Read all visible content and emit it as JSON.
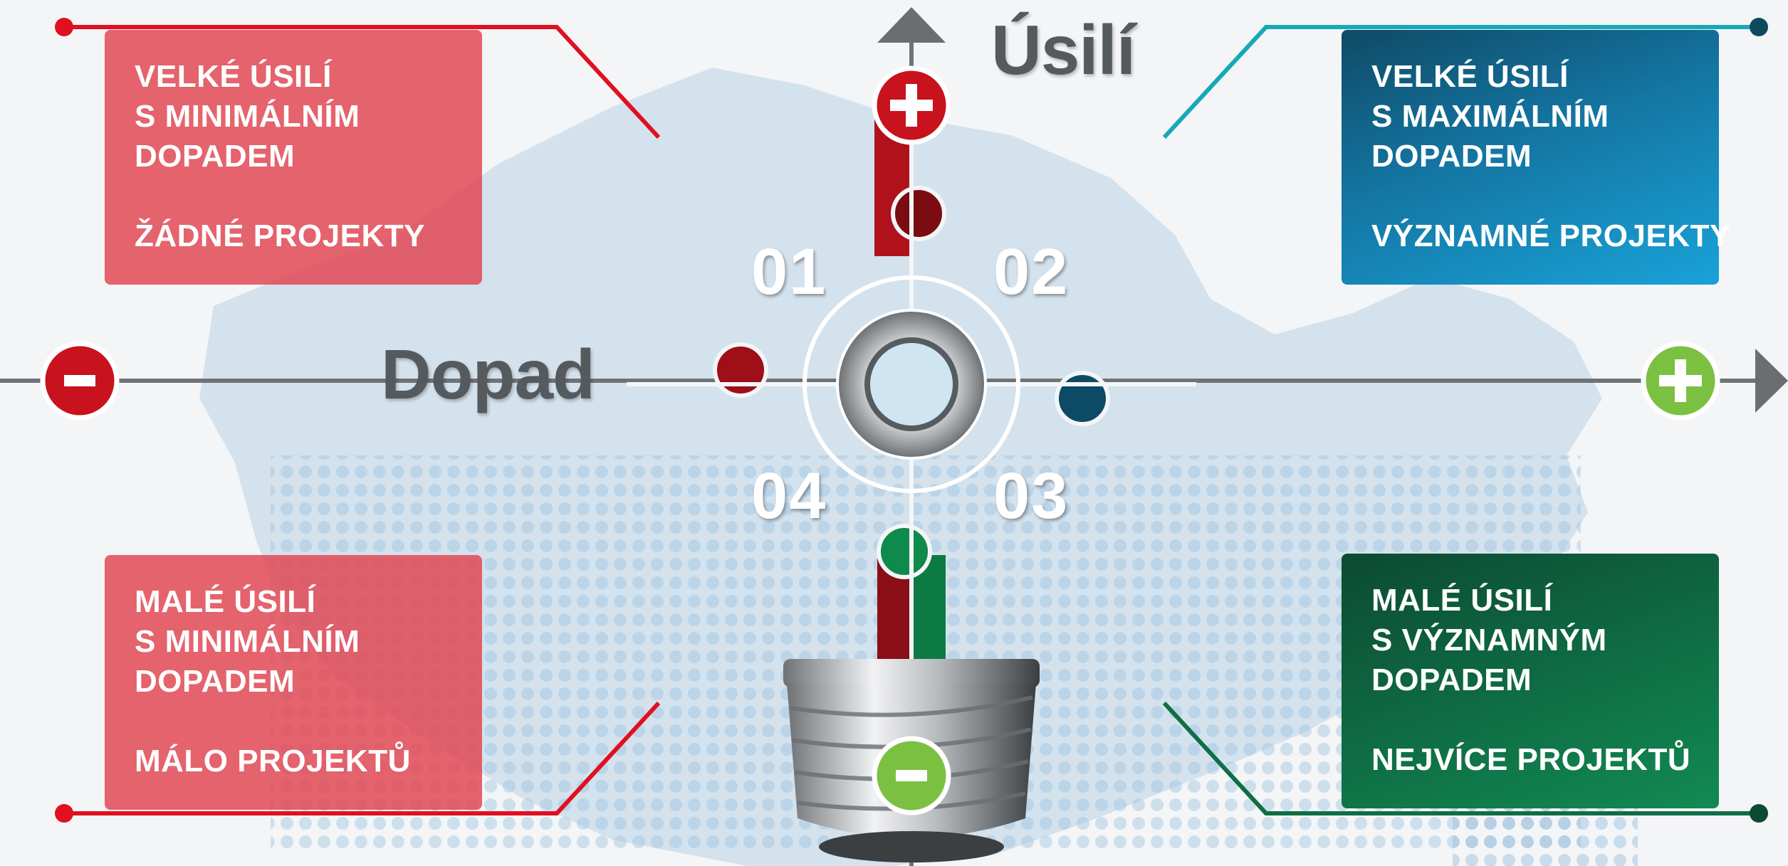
{
  "axes": {
    "vertical_label": "Úsilí",
    "horizontal_label": "Dopad",
    "vertical_top_sign": "+",
    "vertical_bottom_sign": "-",
    "horizontal_left_sign": "-",
    "horizontal_right_sign": "+"
  },
  "quadrants": {
    "top_left": {
      "title": "VELKÉ ÚSILÍ\nS MINIMÁLNÍM\nDOPADEM",
      "subtitle": "ŽÁDNÉ PROJEKTY"
    },
    "top_right": {
      "title": "VELKÉ ÚSILÍ\nS MAXIMÁLNÍM\nDOPADEM",
      "subtitle": "VÝZNAMNÉ PROJEKTY"
    },
    "bottom_left": {
      "title": "MALÉ ÚSILÍ\nS MINIMÁLNÍM\nDOPADEM",
      "subtitle": "MÁLO PROJEKTŮ"
    },
    "bottom_right": {
      "title": "MALÉ ÚSILÍ\nS VÝZNAMNÝM\nDOPADEM",
      "subtitle": "NEJVÍCE PROJEKTŮ"
    }
  },
  "gear_pieces": [
    "01",
    "02",
    "03",
    "04"
  ],
  "colors": {
    "red": "#c8121d",
    "blue": "#1790c9",
    "green": "#0f7d45",
    "lime": "#7cc042",
    "axis_gray": "#6b6e71"
  },
  "icons": [
    "plus-icon",
    "minus-icon",
    "arrow-up-icon",
    "arrow-right-icon",
    "gear-icon",
    "light-bulb-base-icon",
    "map-icon"
  ]
}
